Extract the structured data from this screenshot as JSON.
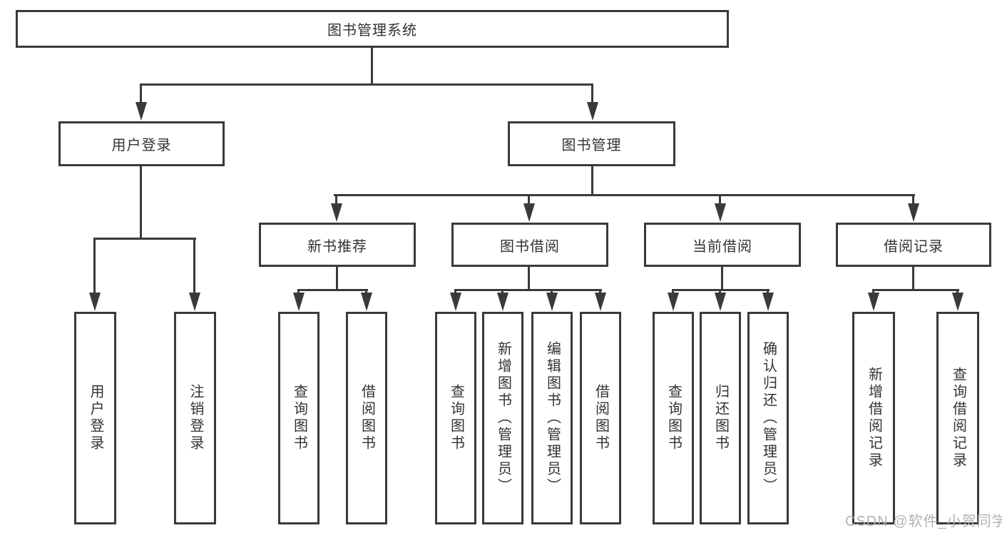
{
  "tree": {
    "root": {
      "label": "图书管理系统"
    },
    "level2": [
      {
        "label": "用户登录",
        "children": [
          "用户登录",
          "注销登录"
        ]
      },
      {
        "label": "图书管理"
      }
    ],
    "level3": [
      {
        "label": "新书推荐",
        "children": [
          "查询图书",
          "借阅图书"
        ]
      },
      {
        "label": "图书借阅",
        "children": [
          "查询图书",
          "新增图书（管理员）",
          "编辑图书（管理员）",
          "借阅图书"
        ]
      },
      {
        "label": "当前借阅",
        "children": [
          "查询图书",
          "归还图书",
          "确认归还（管理员）"
        ]
      },
      {
        "label": "借阅记录",
        "children": [
          "新增借阅记录",
          "查询借阅记录"
        ]
      }
    ]
  },
  "watermark": {
    "text": "CSDN @软件_小贺同学",
    "color": "#acacac"
  },
  "colors": {
    "line": "#3a3a3a",
    "text": "#333333",
    "background": "#ffffff"
  }
}
